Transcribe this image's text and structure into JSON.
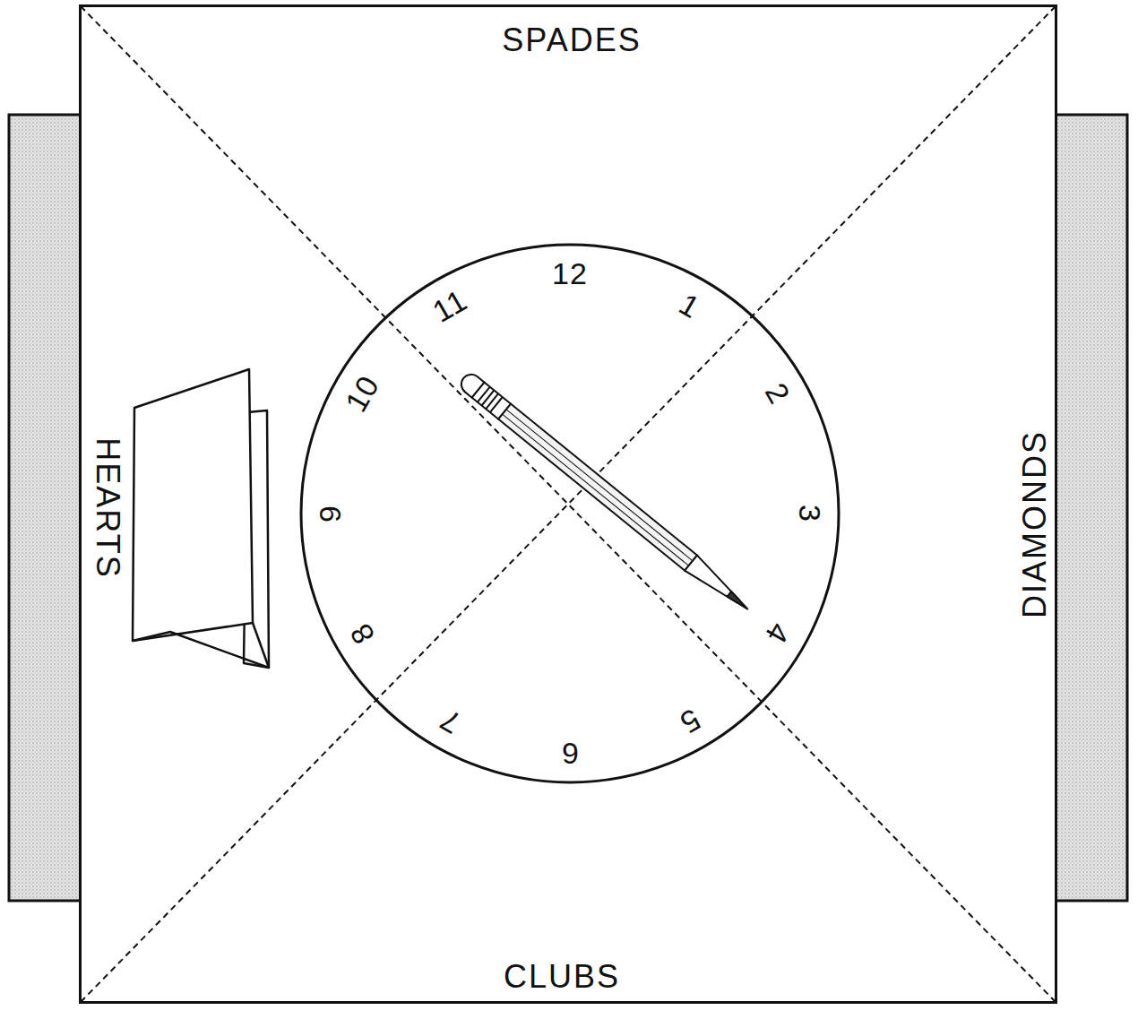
{
  "diagram": {
    "nodes": [
      {
        "text": [
          "SPADES",
          "HEARTS",
          "DIAMONDS",
          "CLUBS"
        ]
      },
      {
        "text": [
          "12",
          "1",
          "2",
          "3",
          "4",
          "5",
          "6",
          "7",
          "8",
          "9",
          "10",
          "11"
        ],
        "in": 0
      }
    ]
  }
}
